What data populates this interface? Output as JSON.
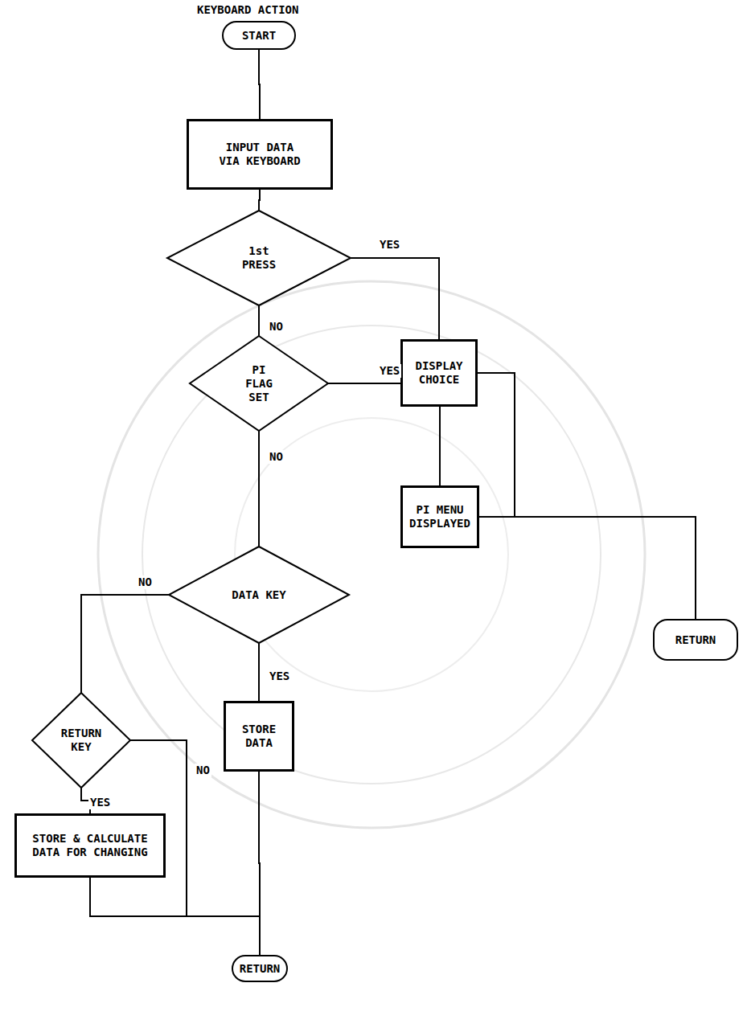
{
  "diagram": {
    "title": "KEYBOARD ACTION",
    "nodes": [
      {
        "text": [
          "START"
        ]
      },
      {
        "text": [
          "INPUT DATA VIA KEYBOARD"
        ]
      },
      {
        "text": [
          "1st PRESS"
        ]
      },
      {
        "text": [
          "DISPLAY CHOICE"
        ]
      },
      {
        "text": [
          "PI FLAG SET"
        ]
      },
      {
        "text": [
          "PI MENU DISPLAYED"
        ]
      },
      {
        "text": [
          "RETURN"
        ]
      },
      {
        "text": [
          "DATA KEY"
        ]
      },
      {
        "text": [
          "RETURN KEY"
        ]
      },
      {
        "text": [
          "STORE DATA"
        ]
      },
      {
        "text": [
          "STORE & CALCULATE DATA FOR CHANGING"
        ]
      },
      {
        "text": [
          "RETURN"
        ]
      }
    ],
    "edges": [
      {
        "from": 0,
        "to": 1,
        "arrow": "none"
      },
      {
        "from": 1,
        "to": 2,
        "arrow": "none"
      },
      {
        "from": 2,
        "to": 3,
        "label": "YES",
        "arrow": "none"
      },
      {
        "from": 2,
        "to": 4,
        "label": "NO",
        "arrow": "none"
      },
      {
        "from": 4,
        "to": 5,
        "label": "YES",
        "arrow": "none"
      },
      {
        "from": 4,
        "to": 7,
        "label": "NO",
        "arrow": "none"
      },
      {
        "from": 3,
        "to": 6,
        "arrow": "none"
      },
      {
        "from": 5,
        "to": 6,
        "arrow": "none"
      },
      {
        "from": 7,
        "to": 8,
        "label": "NO",
        "arrow": "none"
      },
      {
        "from": 7,
        "to": 9,
        "label": "YES",
        "arrow": "none"
      },
      {
        "from": 8,
        "to": 10,
        "label": "YES",
        "arrow": "none"
      },
      {
        "from": 8,
        "to": 11,
        "label": "NO",
        "arrow": "none"
      },
      {
        "from": 10,
        "to": 11,
        "arrow": "none"
      },
      {
        "from": 9,
        "to": 11,
        "arrow": "none"
      }
    ]
  }
}
